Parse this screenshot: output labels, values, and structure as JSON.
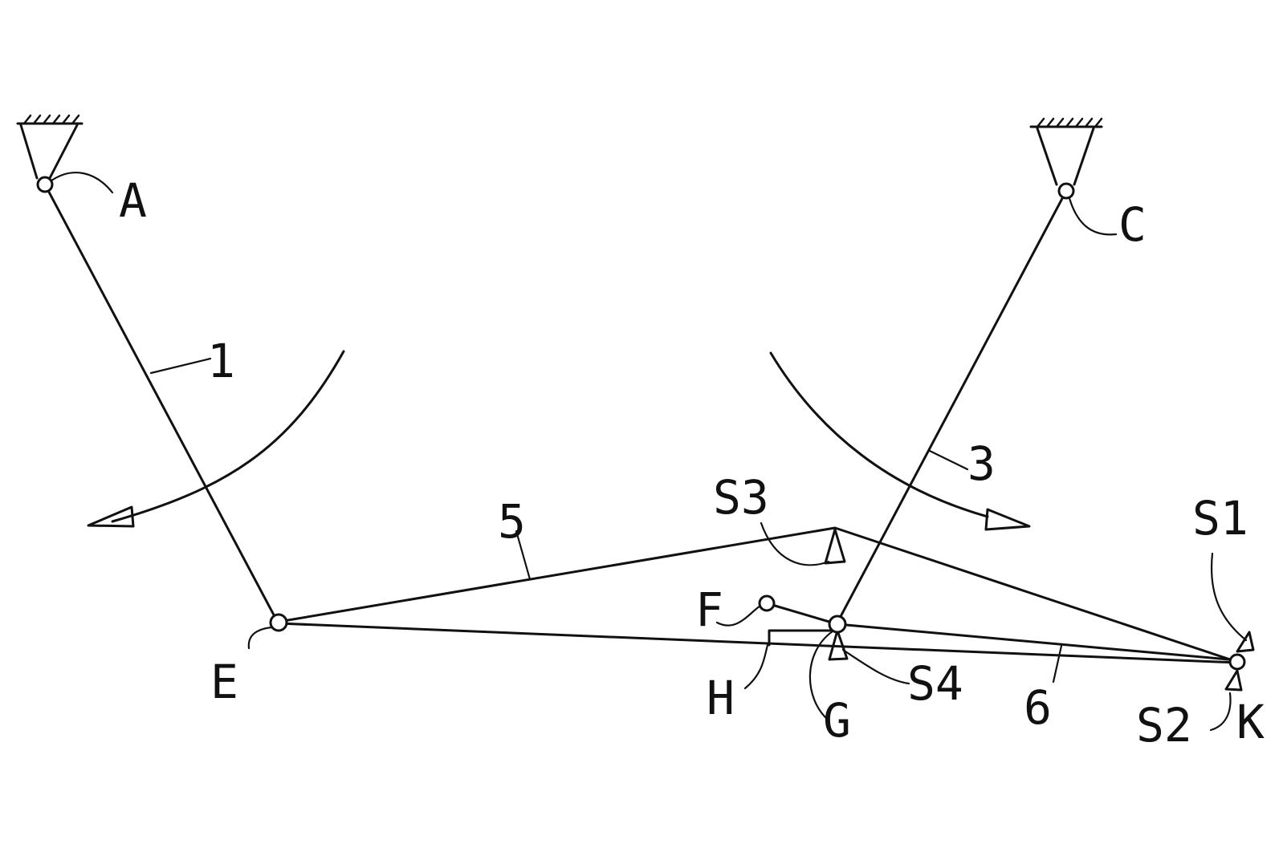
{
  "colors": {
    "ink": "#111111",
    "background": "#ffffff"
  },
  "labels": {
    "A": "A",
    "C": "C",
    "E": "E",
    "F": "F",
    "G": "G",
    "H": "H",
    "K": "K",
    "link1": "1",
    "link3": "3",
    "link5": "5",
    "link6": "6",
    "S1": "S1",
    "S2": "S2",
    "S3": "S3",
    "S4": "S4"
  }
}
